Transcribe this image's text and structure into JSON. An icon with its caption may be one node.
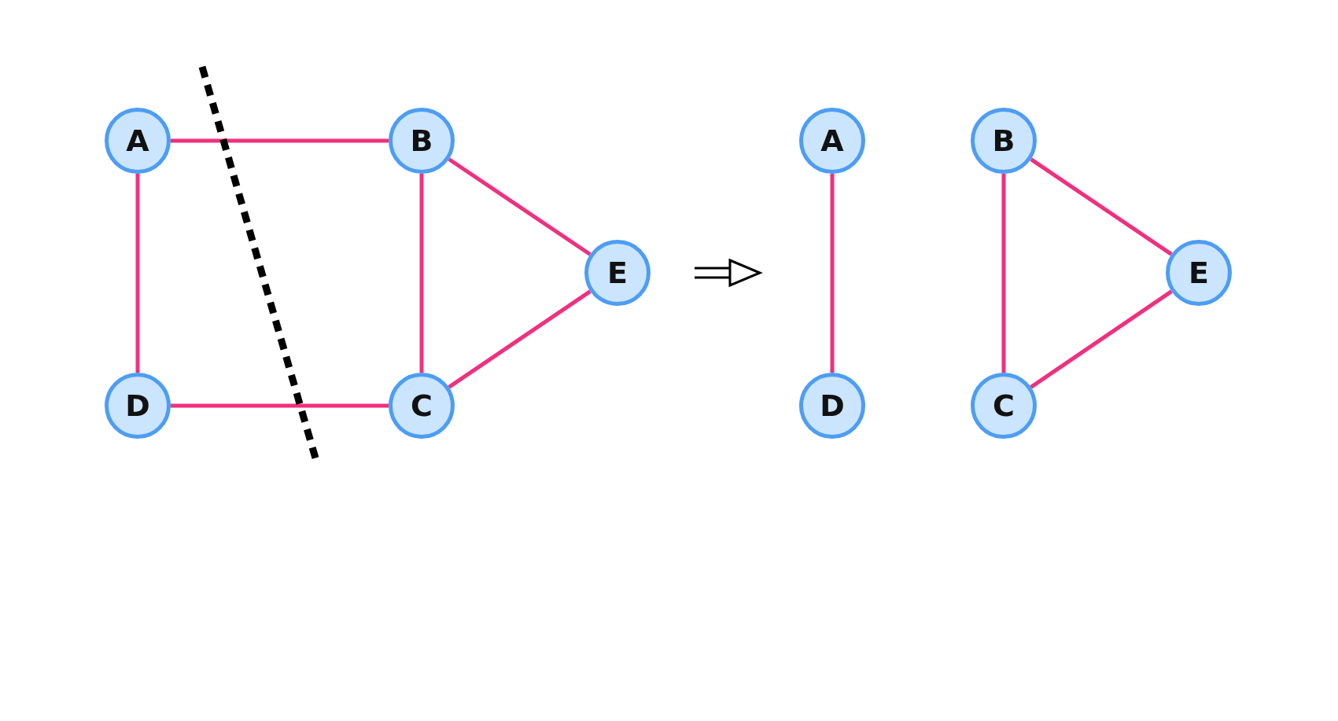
{
  "diagram": {
    "nodes": [
      {
        "text": [
          "A"
        ]
      },
      {
        "text": [
          "B"
        ]
      },
      {
        "text": [
          "E"
        ]
      },
      {
        "text": [
          "D"
        ]
      },
      {
        "text": [
          "C"
        ]
      },
      {
        "text": [
          "A"
        ]
      },
      {
        "text": [
          "B"
        ]
      },
      {
        "text": [
          "E"
        ]
      },
      {
        "text": [
          "D"
        ]
      },
      {
        "text": [
          "C"
        ]
      }
    ],
    "edges": [
      {
        "from": 0,
        "to": 1,
        "arrow": "none"
      },
      {
        "from": 0,
        "to": 3,
        "arrow": "none"
      },
      {
        "from": 1,
        "to": 4,
        "arrow": "none"
      },
      {
        "from": 1,
        "to": 2,
        "arrow": "none"
      },
      {
        "from": 4,
        "to": 2,
        "arrow": "none"
      },
      {
        "from": 3,
        "to": 4,
        "arrow": "none"
      },
      {
        "from": 5,
        "to": 8,
        "arrow": "none"
      },
      {
        "from": 6,
        "to": 9,
        "arrow": "none"
      },
      {
        "from": 6,
        "to": 7,
        "arrow": "none"
      },
      {
        "from": 9,
        "to": 7,
        "arrow": "none"
      }
    ]
  }
}
